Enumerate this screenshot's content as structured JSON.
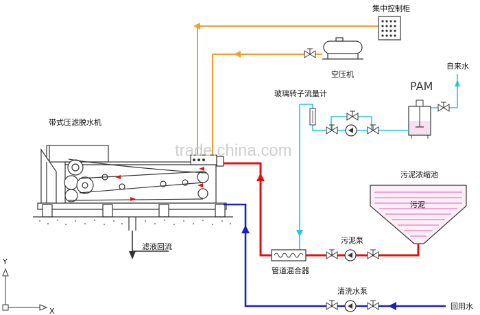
{
  "labels": {
    "control_cabinet": "集中控制柜",
    "air_compressor": "空压机",
    "tap_water": "自来水",
    "pam": "PAM",
    "flowmeter": "玻璃转子流量计",
    "belt_press": "带式压滤脱水机",
    "sludge_tank": "污泥浓缩池",
    "sludge": "污泥",
    "sludge_pump": "污泥泵",
    "spiral_mixer": "管道混合器",
    "filtrate_return": "滤液回流",
    "wash_pump": "清洗水泵",
    "reuse_water": "回用水",
    "axis_y": "Y",
    "axis_x": "X"
  },
  "watermark": "trade.china.com",
  "colors": {
    "air_line": "#f0a030",
    "sludge_line": "#e01010",
    "wash_line": "#1a20c0",
    "pam_line": "#20c8e0",
    "machine": "#333333"
  }
}
